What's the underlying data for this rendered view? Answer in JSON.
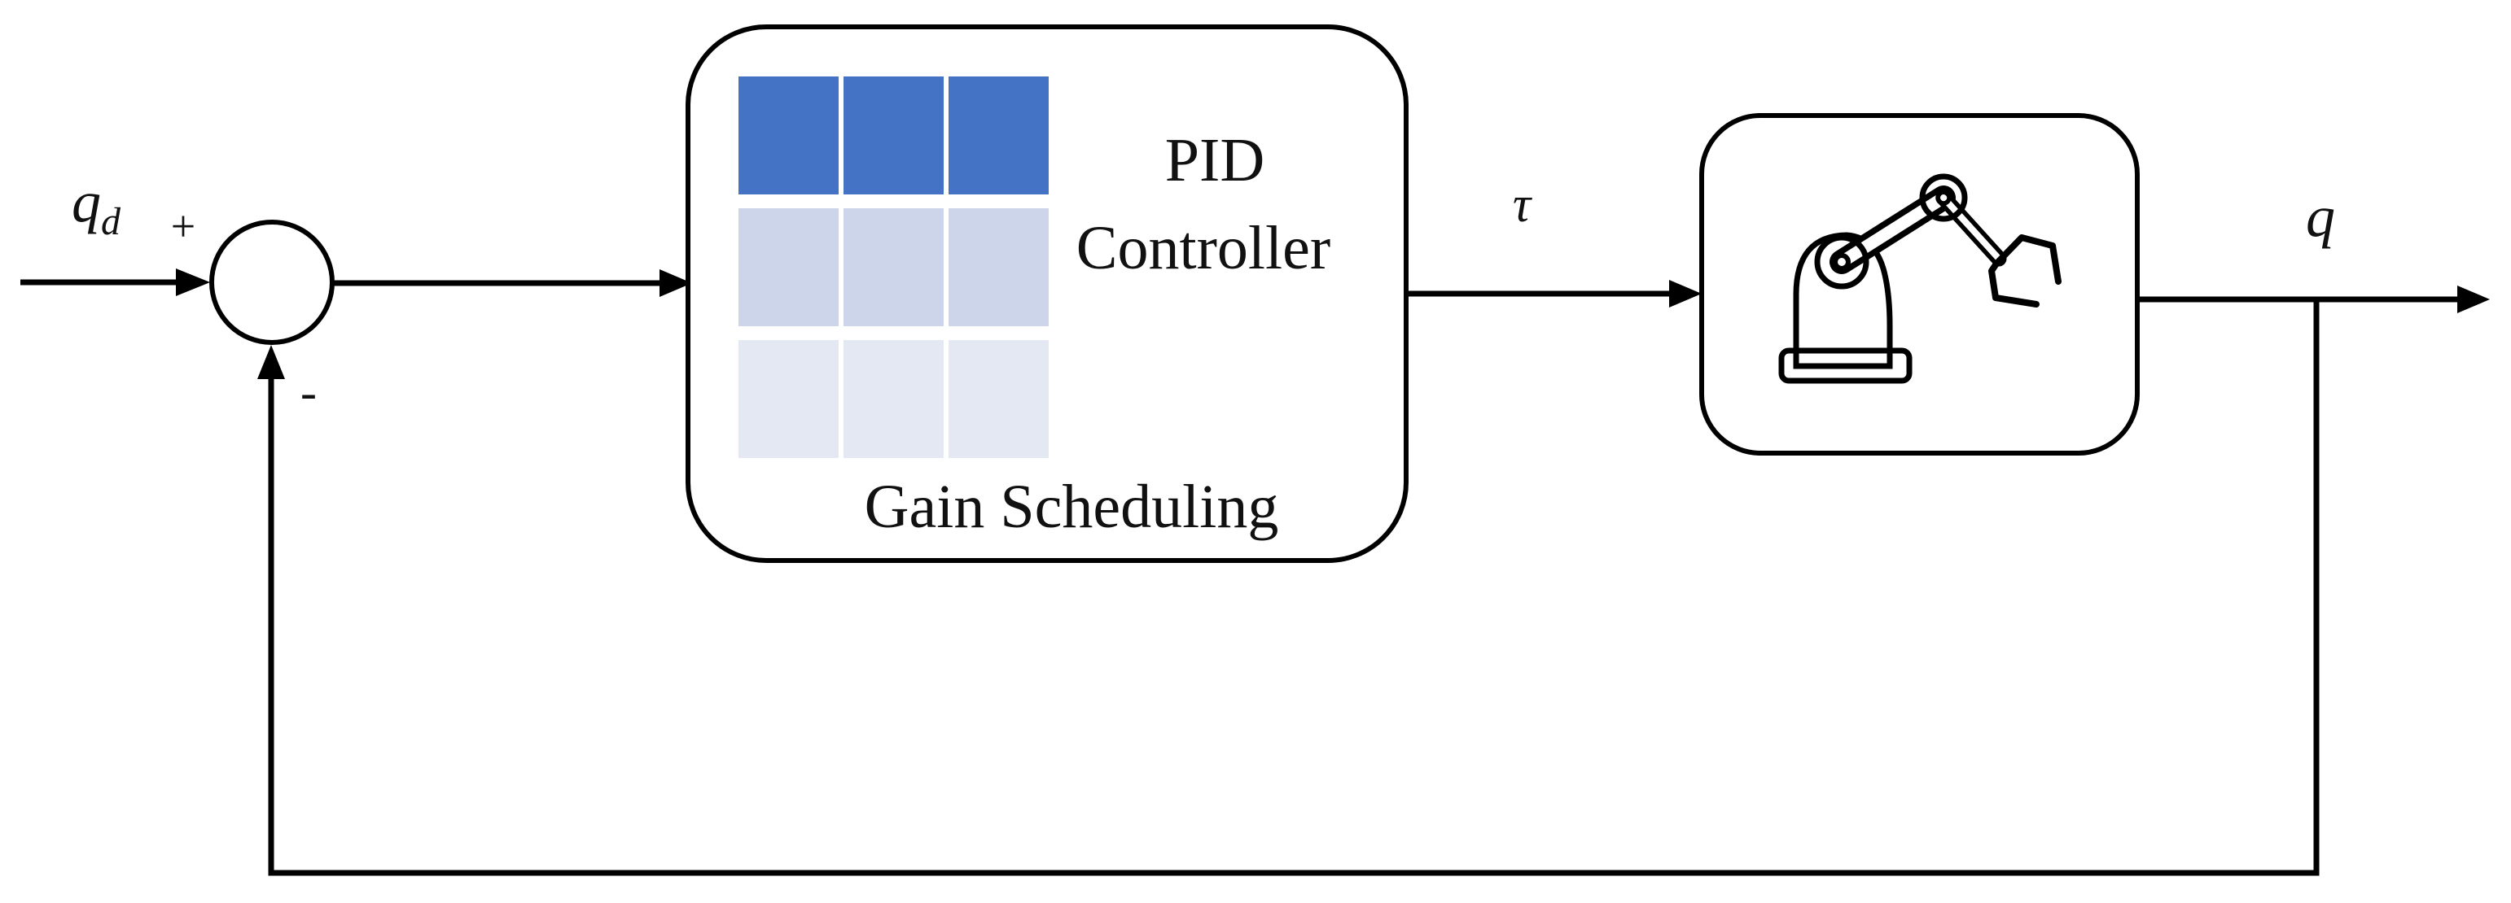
{
  "diagram": {
    "reference_label": {
      "base": "q",
      "subscript": "d"
    },
    "plus_sign": "+",
    "minus_sign": "-",
    "pid_block": {
      "title_line1": "PID",
      "title_line2": "Controller",
      "caption": "Gain Scheduling",
      "grid_row_colors": [
        "#4472C4",
        "#CDD5EA",
        "#E4E8F3"
      ]
    },
    "torque_label": "τ",
    "output_label": "q",
    "line_color": "#000000",
    "background_color": "#FFFFFF"
  }
}
